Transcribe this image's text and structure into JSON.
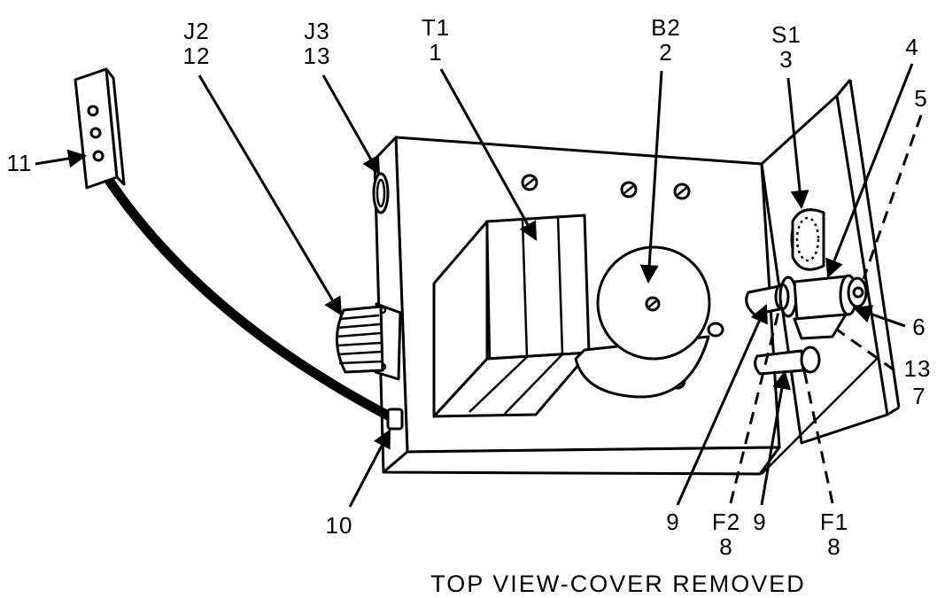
{
  "caption": "TOP VIEW-COVER REMOVED",
  "callouts": [
    {
      "id": "j2",
      "ref": "J2",
      "num": "12"
    },
    {
      "id": "j3",
      "ref": "J3",
      "num": "13"
    },
    {
      "id": "t1",
      "ref": "T1",
      "num": "1"
    },
    {
      "id": "b2",
      "ref": "B2",
      "num": "2"
    },
    {
      "id": "s1",
      "ref": "S1",
      "num": "3"
    },
    {
      "id": "p4",
      "num": "4"
    },
    {
      "id": "p5",
      "num": "5"
    },
    {
      "id": "p6",
      "num": "6"
    },
    {
      "id": "p13",
      "num": "13"
    },
    {
      "id": "p7",
      "num": "7"
    },
    {
      "id": "p11",
      "num": "11"
    },
    {
      "id": "p10",
      "num": "10"
    },
    {
      "id": "p9a",
      "num": "9"
    },
    {
      "id": "f2",
      "ref": "F2",
      "num": "8"
    },
    {
      "id": "p9b",
      "num": "9"
    },
    {
      "id": "f1",
      "ref": "F1",
      "num": "8"
    }
  ]
}
